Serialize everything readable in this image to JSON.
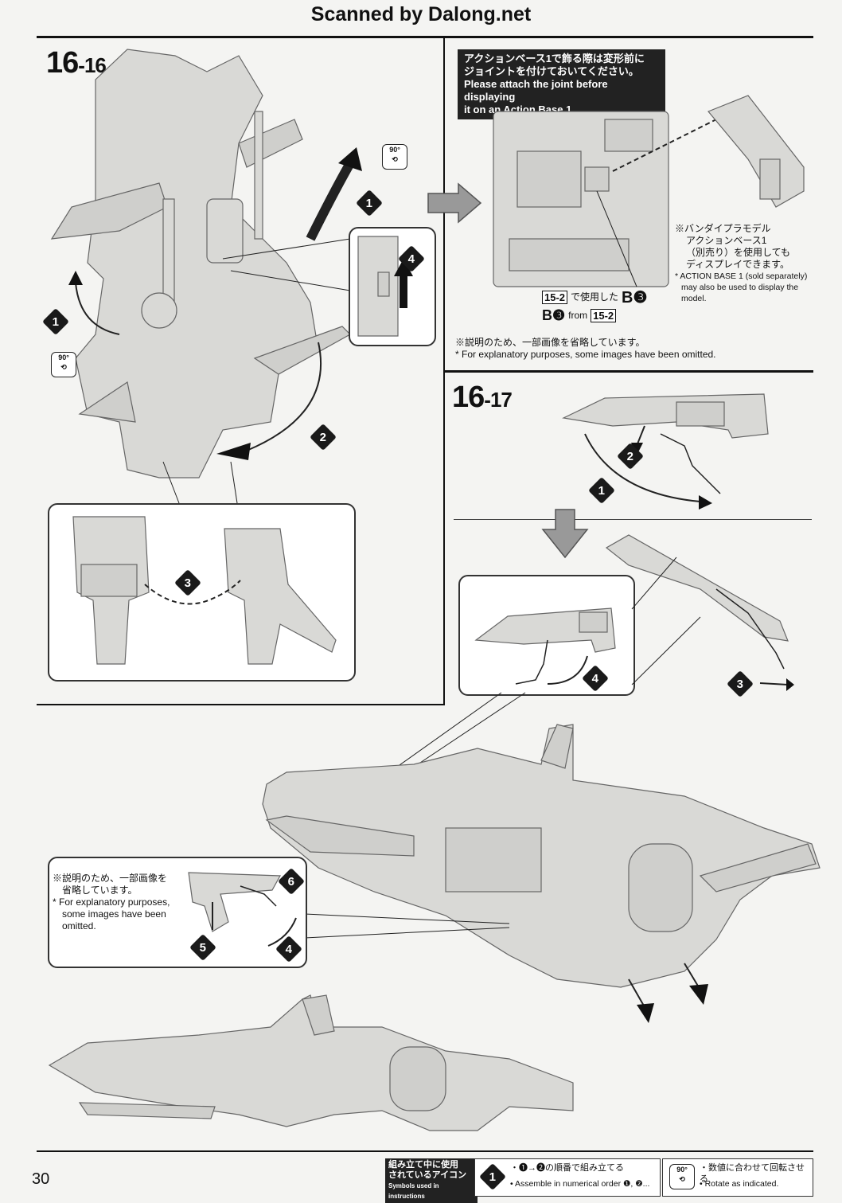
{
  "header": {
    "title": "Scanned by Dalong.net"
  },
  "steps": {
    "s16_16": {
      "major": "16",
      "minor": "-16"
    },
    "s16_17": {
      "major": "16",
      "minor": "-17"
    }
  },
  "rotate_label": "90°",
  "callouts": {
    "n1": "1",
    "n2": "2",
    "n3": "3",
    "n4": "4",
    "n5": "5",
    "n6": "6"
  },
  "action_base_note": {
    "jp_line1": "アクションベース1で飾る際は変形前に",
    "jp_line2": "ジョイントを付けておいてください。",
    "en_line1": "Please attach the joint before displaying",
    "en_line2": "it on an Action Base 1."
  },
  "parts_ref": {
    "box": "15-2",
    "jp_text": "で使用した",
    "part": "B❸",
    "en_prefix": "B❸",
    "en_from": "from",
    "en_box": "15-2"
  },
  "sold_separately": {
    "jp_line1": "※バンダイプラモデル",
    "jp_line2": "アクションベース1",
    "jp_line3": "（別売り）を使用しても",
    "jp_line4": "ディスプレイできます。",
    "en_line1": "* ACTION BASE 1 (sold separately)",
    "en_line2": "may also be used to display the",
    "en_line3": "model."
  },
  "omitted_note_top": {
    "jp": "※説明のため、一部画像を省略しています。",
    "en": "* For explanatory purposes, some images have been omitted."
  },
  "omitted_note_bottom": {
    "jp_line1": "※説明のため、一部画像を",
    "jp_line2": "省略しています。",
    "en_line1": "* For explanatory purposes,",
    "en_line2": "some images have been",
    "en_line3": "omitted."
  },
  "footer": {
    "page_number": "30",
    "legend_title_jp1": "組み立て中に使用",
    "legend_title_jp2": "されているアイコン",
    "legend_title_en": "Symbols used in instructions",
    "icon1_num": "1",
    "icon1_jp": "・❶→❷の順番で組み立てる",
    "icon1_en": "• Assemble in numerical order ❶, ❷...",
    "icon2_label": "90°",
    "icon2_jp": "・数値に合わせて回転させる",
    "icon2_en": "• Rotate as indicated."
  }
}
